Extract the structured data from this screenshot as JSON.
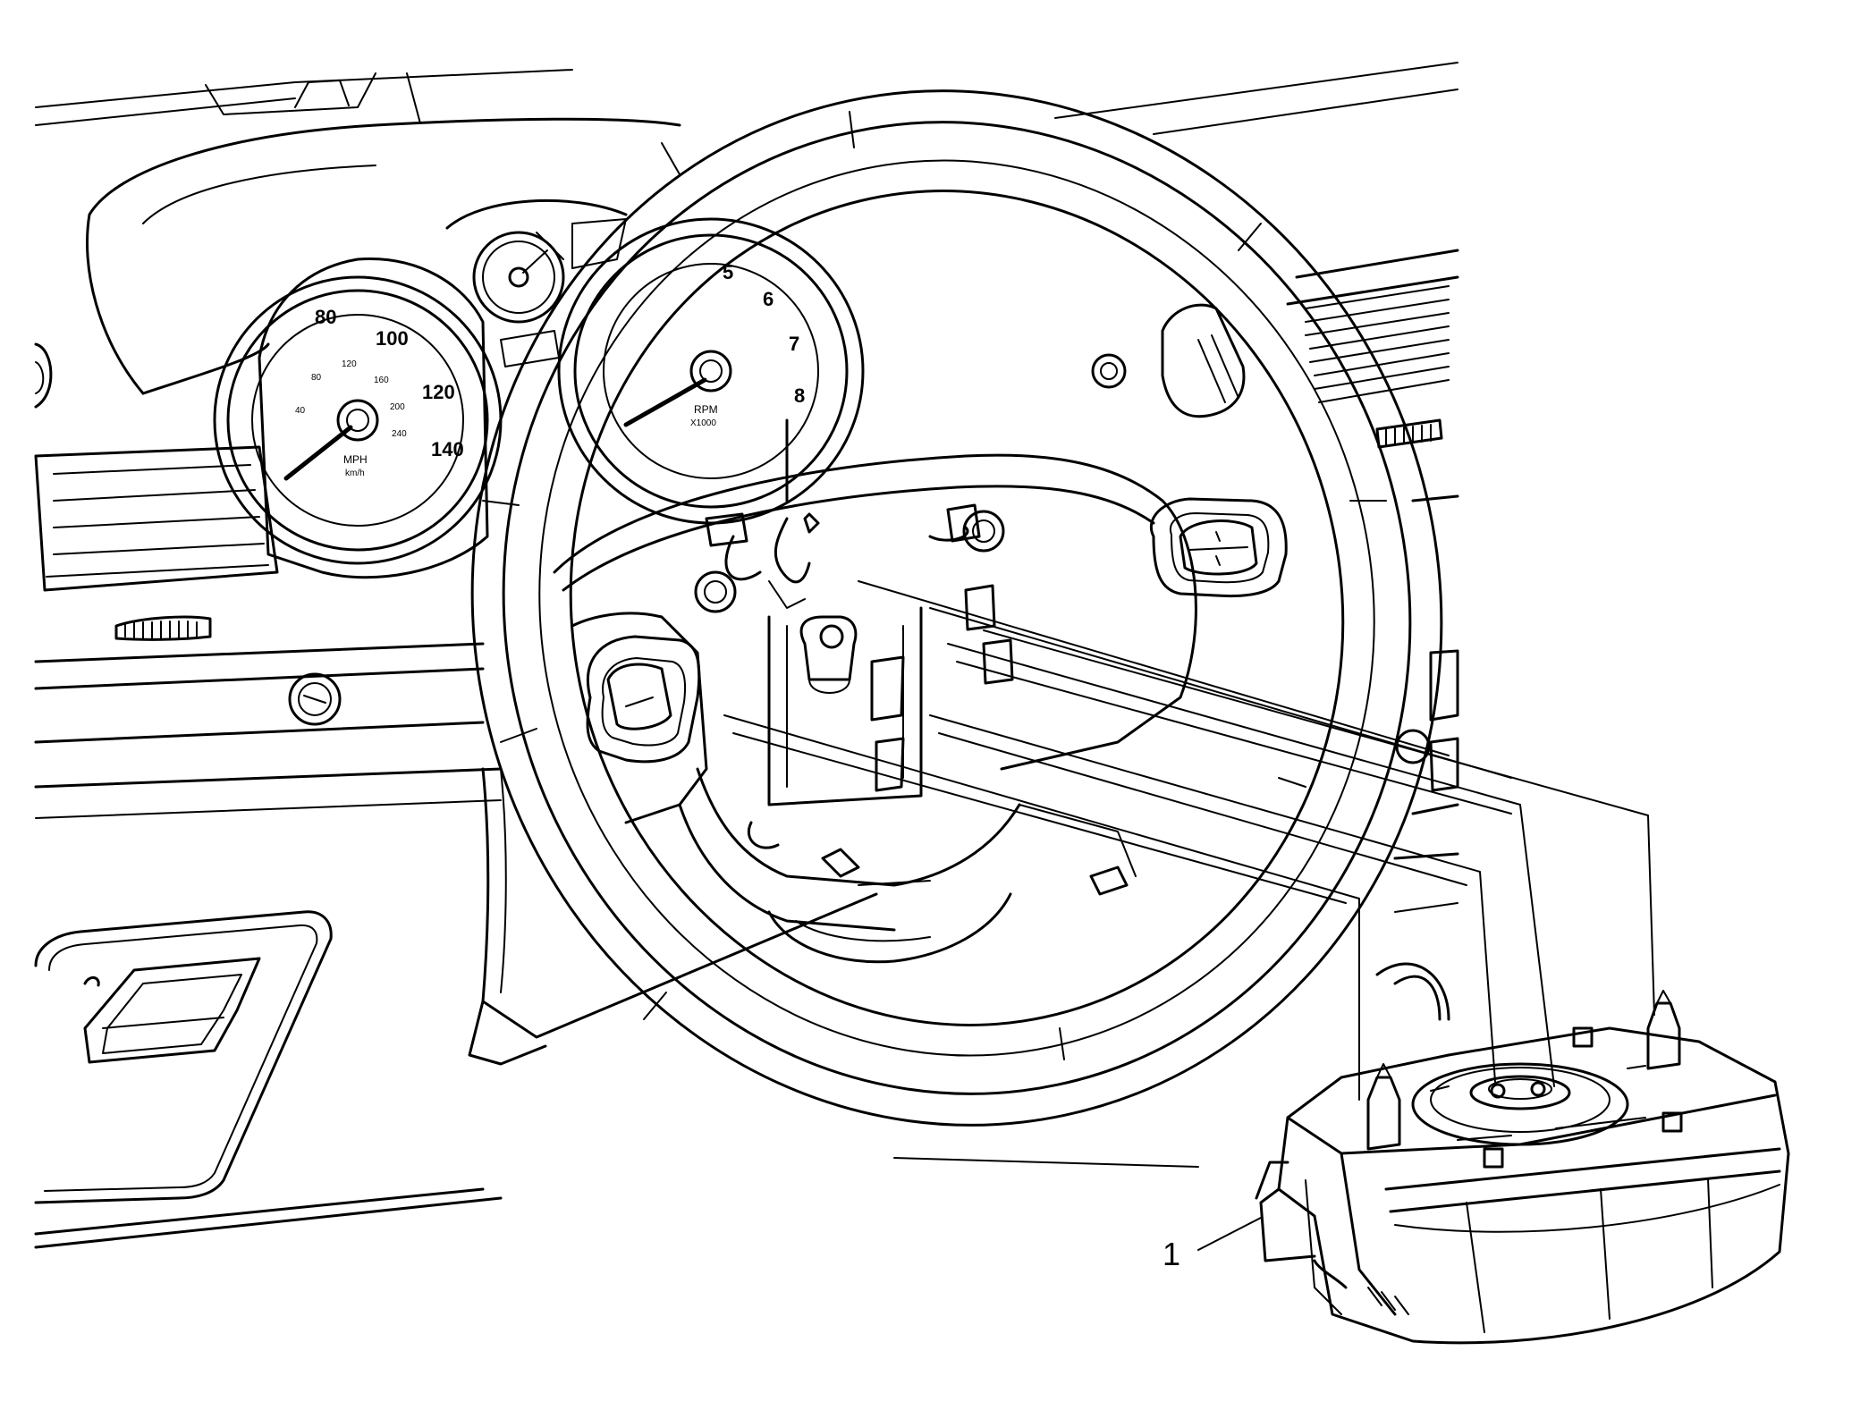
{
  "callout": {
    "number": "1"
  },
  "speedometer": {
    "ticks": [
      "80",
      "100",
      "120",
      "140"
    ],
    "inner_ticks": [
      "40",
      "80",
      "120",
      "160",
      "200",
      "240"
    ],
    "unit": "MPH",
    "sub_unit": "km/h"
  },
  "tachometer": {
    "ticks": [
      "5",
      "6",
      "7",
      "8"
    ],
    "unit": "RPM",
    "sub_unit": "X1000"
  },
  "colors": {
    "line": "#000000",
    "background": "#ffffff"
  }
}
